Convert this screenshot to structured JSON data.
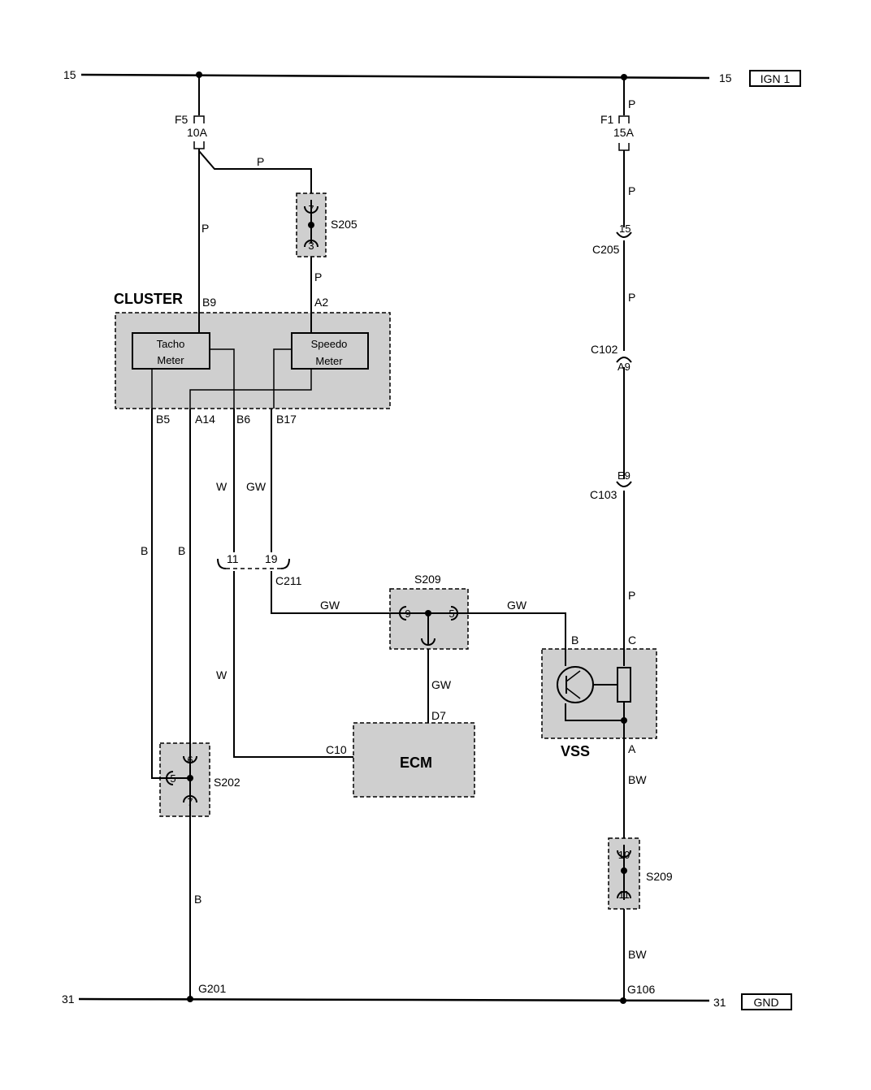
{
  "rails": {
    "top_left_num": "15",
    "top_right_num": "15",
    "top_tag": "IGN 1",
    "bottom_left_num": "31",
    "bottom_right_num": "31",
    "bottom_tag": "GND"
  },
  "fuses": {
    "f5_name": "F5",
    "f5_rating": "10A",
    "f1_name": "F1",
    "f1_rating": "15A"
  },
  "wires": {
    "p": "P",
    "b": "B",
    "w": "W",
    "gw": "GW",
    "bw": "BW"
  },
  "splices": {
    "s205": {
      "name": "S205",
      "top": "7",
      "bottom": "3"
    },
    "s209_mid": {
      "name": "S209",
      "left": "9",
      "right": "5"
    },
    "s202": {
      "name": "S202",
      "top": "6",
      "left": "5",
      "bottom": "7"
    },
    "s209_low": {
      "name": "S209",
      "top": "10",
      "bottom": "11"
    }
  },
  "cluster": {
    "title": "CLUSTER",
    "tacho_line1": "Tacho",
    "tacho_line2": "Meter",
    "speedo_line1": "Speedo",
    "speedo_line2": "Meter",
    "pin_b9": "B9",
    "pin_a2": "A2",
    "pin_b5": "B5",
    "pin_a14": "A14",
    "pin_b6": "B6",
    "pin_b17": "B17"
  },
  "connectors": {
    "c211": {
      "name": "C211",
      "pin_w": "11",
      "pin_gw": "19"
    },
    "c205": {
      "name": "C205",
      "pin": "15"
    },
    "c102": {
      "name": "C102",
      "pin": "A9"
    },
    "c103": {
      "name": "C103",
      "pin": "E9"
    }
  },
  "ecm": {
    "title": "ECM",
    "pin_d7": "D7",
    "pin_c10": "C10"
  },
  "vss": {
    "title": "VSS",
    "pin_b": "B",
    "pin_c": "C",
    "pin_a": "A"
  },
  "grounds": {
    "g201": "G201",
    "g106": "G106"
  }
}
